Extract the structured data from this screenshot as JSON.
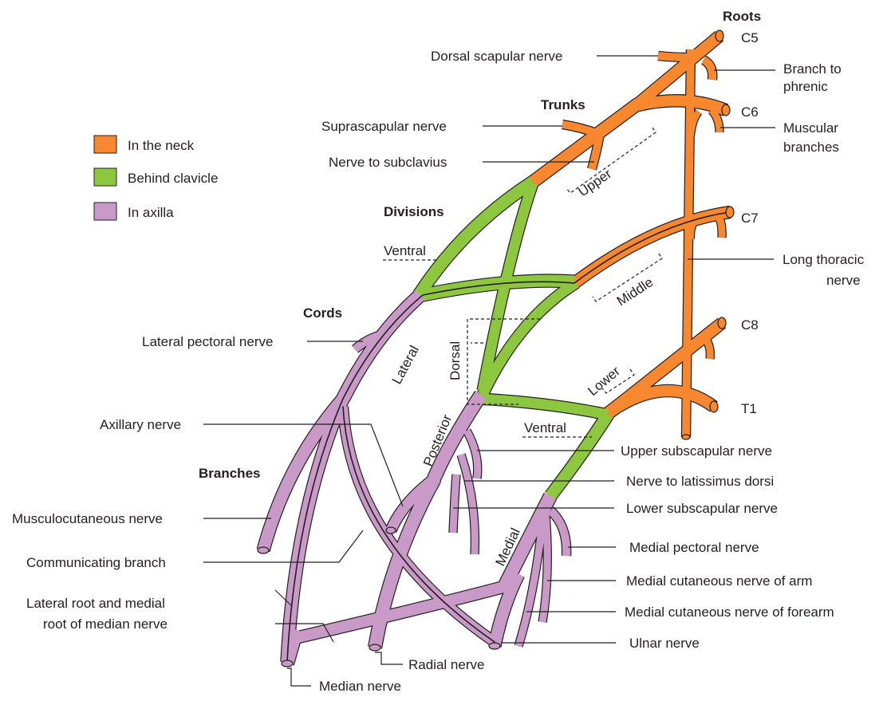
{
  "colors": {
    "neck": "#f7882f",
    "clavicle": "#8dc63f",
    "axilla": "#c99ac8",
    "outline": "#231f20"
  },
  "legend": [
    {
      "key": "neck",
      "label": "In the neck",
      "color": "#f7882f"
    },
    {
      "key": "clavicle",
      "label": "Behind clavicle",
      "color": "#8dc63f"
    },
    {
      "key": "axilla",
      "label": "In axilla",
      "color": "#c99ac8"
    }
  ],
  "headings": {
    "roots": "Roots",
    "trunks": "Trunks",
    "divisions": "Divisions",
    "cords": "Cords",
    "branches": "Branches"
  },
  "roots": {
    "c5": "C5",
    "c6": "C6",
    "c7": "C7",
    "c8": "C8",
    "t1": "T1"
  },
  "trunks": {
    "upper": "Upper",
    "middle": "Middle",
    "lower": "Lower"
  },
  "divisions": {
    "ventral_upper": "Ventral",
    "dorsal": "Dorsal",
    "ventral_lower": "Ventral"
  },
  "cords": {
    "lateral": "Lateral",
    "posterior": "Posterior",
    "medial": "Medial"
  },
  "labels": {
    "dorsal_scapular": "Dorsal scapular nerve",
    "branch_to_phrenic_1": "Branch to",
    "branch_to_phrenic_2": "phrenic",
    "suprascapular": "Suprascapular nerve",
    "muscular_branches_1": "Muscular",
    "muscular_branches_2": "branches",
    "nerve_to_subclavius": "Nerve to subclavius",
    "long_thoracic_1": "Long thoracic",
    "long_thoracic_2": "nerve",
    "lateral_pectoral": "Lateral pectoral nerve",
    "axillary": "Axillary nerve",
    "upper_subscapular": "Upper subscapular nerve",
    "nerve_to_latissimus": "Nerve to latissimus dorsi",
    "lower_subscapular": "Lower subscapular nerve",
    "musculocutaneous": "Musculocutaneous nerve",
    "medial_pectoral": "Medial pectoral nerve",
    "communicating": "Communicating branch",
    "medial_cut_arm": "Medial cutaneous nerve of arm",
    "medial_cut_forearm": "Medial cutaneous nerve of forearm",
    "lat_med_root_1": "Lateral root and medial",
    "lat_med_root_2": "root of median nerve",
    "ulnar": "Ulnar nerve",
    "radial": "Radial nerve",
    "median": "Median nerve"
  }
}
